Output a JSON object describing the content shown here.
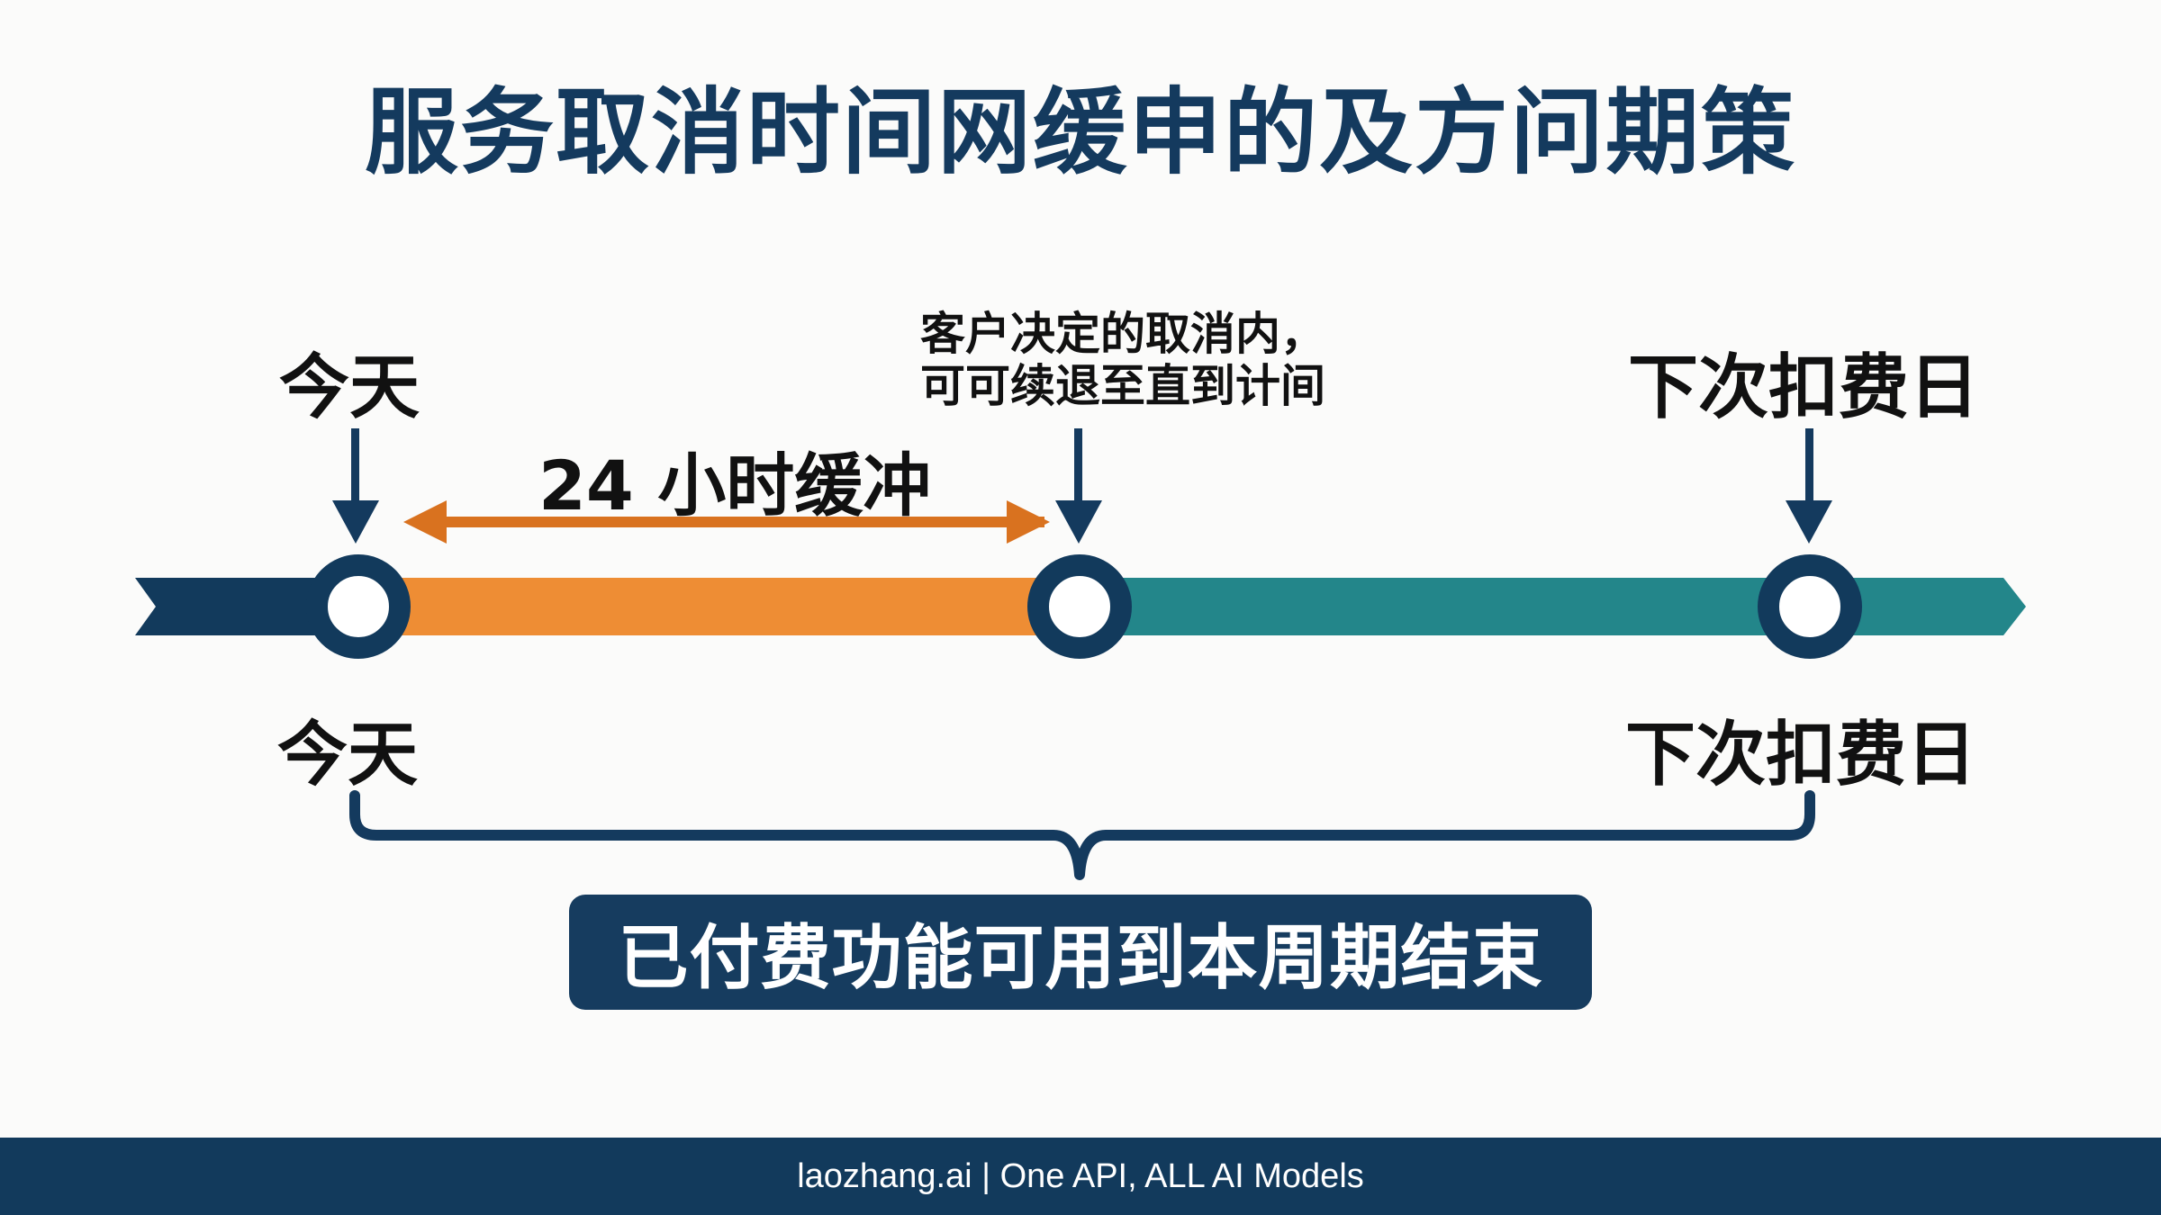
{
  "title": "服务取消时间网缓申的及方问期策",
  "timeline": {
    "markers": [
      {
        "id": "today",
        "top_label": "今天",
        "bottom_label": "今天"
      },
      {
        "id": "decision",
        "top_label_lines": [
          "客户决定的取消内，",
          "可可续退至直到计间"
        ]
      },
      {
        "id": "next-billing",
        "top_label": "下次扣费日",
        "bottom_label": "下次扣费日"
      }
    ],
    "buffer_label": "24 小时缓冲",
    "segments": [
      {
        "name": "before-today",
        "color": "#123a5c"
      },
      {
        "name": "buffer-24h",
        "color": "#ee8d34"
      },
      {
        "name": "after-decision",
        "color": "#23868a"
      }
    ],
    "buffer_arrow_color": "#d9721f",
    "marker_color": "#123a5c"
  },
  "summary": "已付费功能可用到本周期结束",
  "footer": "laozhang.ai | One API, ALL AI Models"
}
